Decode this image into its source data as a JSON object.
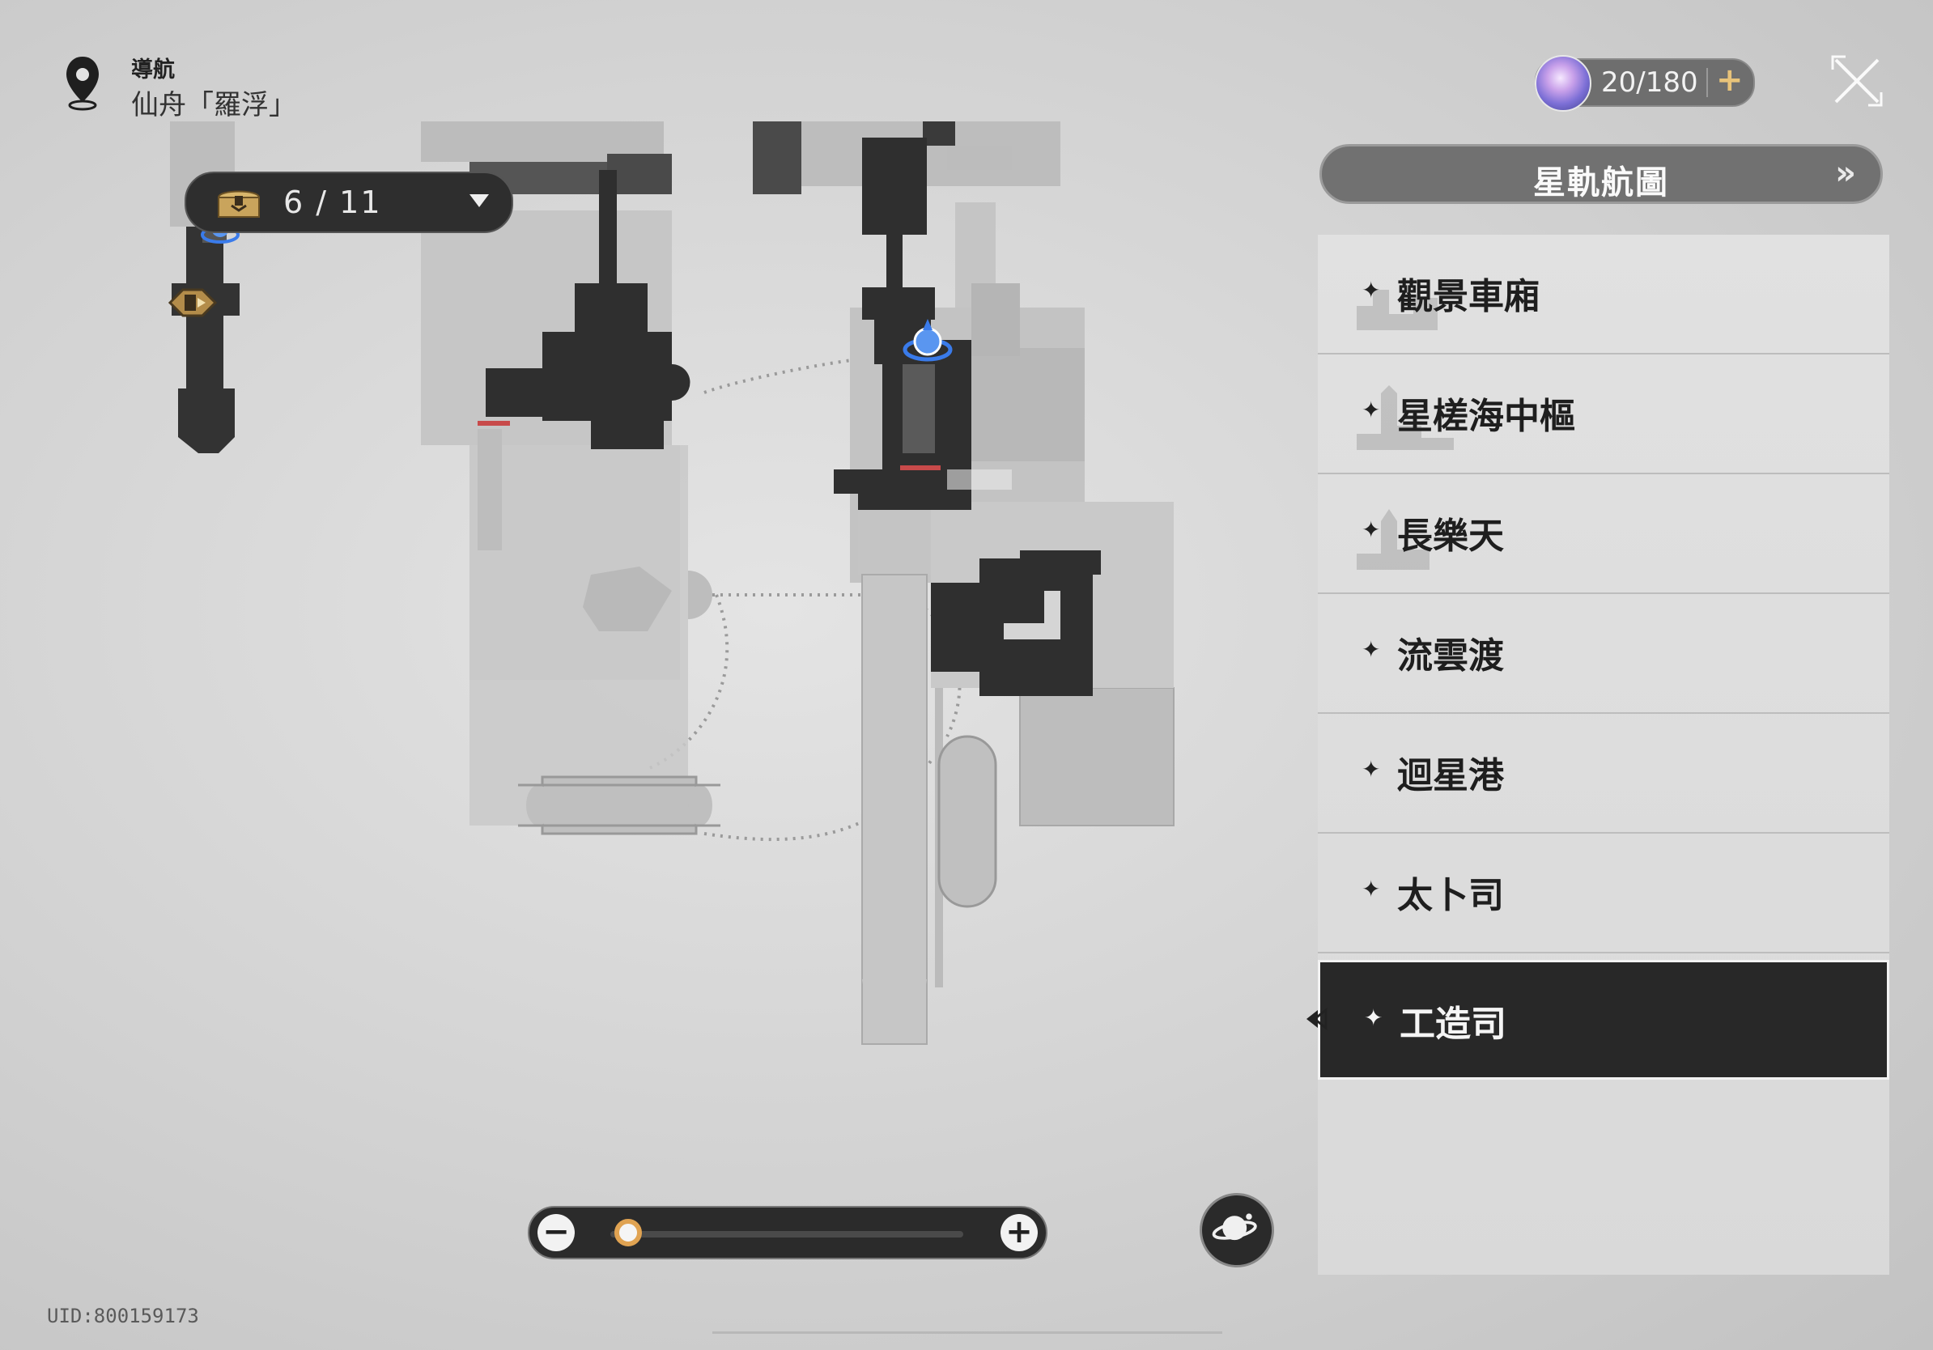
{
  "navigation": {
    "label": "導航",
    "location": "仙舟「羅浮」"
  },
  "chest_counter": {
    "icon": "treasure-chest-icon",
    "value": "6 / 11"
  },
  "stamina": {
    "icon": "trailblaze-power-icon",
    "value": "20/180",
    "plus": "+"
  },
  "star_rail_map": {
    "label": "星軌航圖"
  },
  "locations": [
    {
      "label": "觀景車廂",
      "active": false
    },
    {
      "label": "星槎海中樞",
      "active": false
    },
    {
      "label": "長樂天",
      "active": false
    },
    {
      "label": "流雲渡",
      "active": false
    },
    {
      "label": "迴星港",
      "active": false
    },
    {
      "label": "太卜司",
      "active": false
    },
    {
      "label": "工造司",
      "active": true
    }
  ],
  "zoom": {
    "minus": "−",
    "plus": "+",
    "level": 0.05
  },
  "uid": "UID:800159173",
  "colors": {
    "accent": "#e0a352",
    "active_bg": "#282828",
    "teleport_blue": "#3a7bea",
    "red_marker": "#c84a4a"
  }
}
